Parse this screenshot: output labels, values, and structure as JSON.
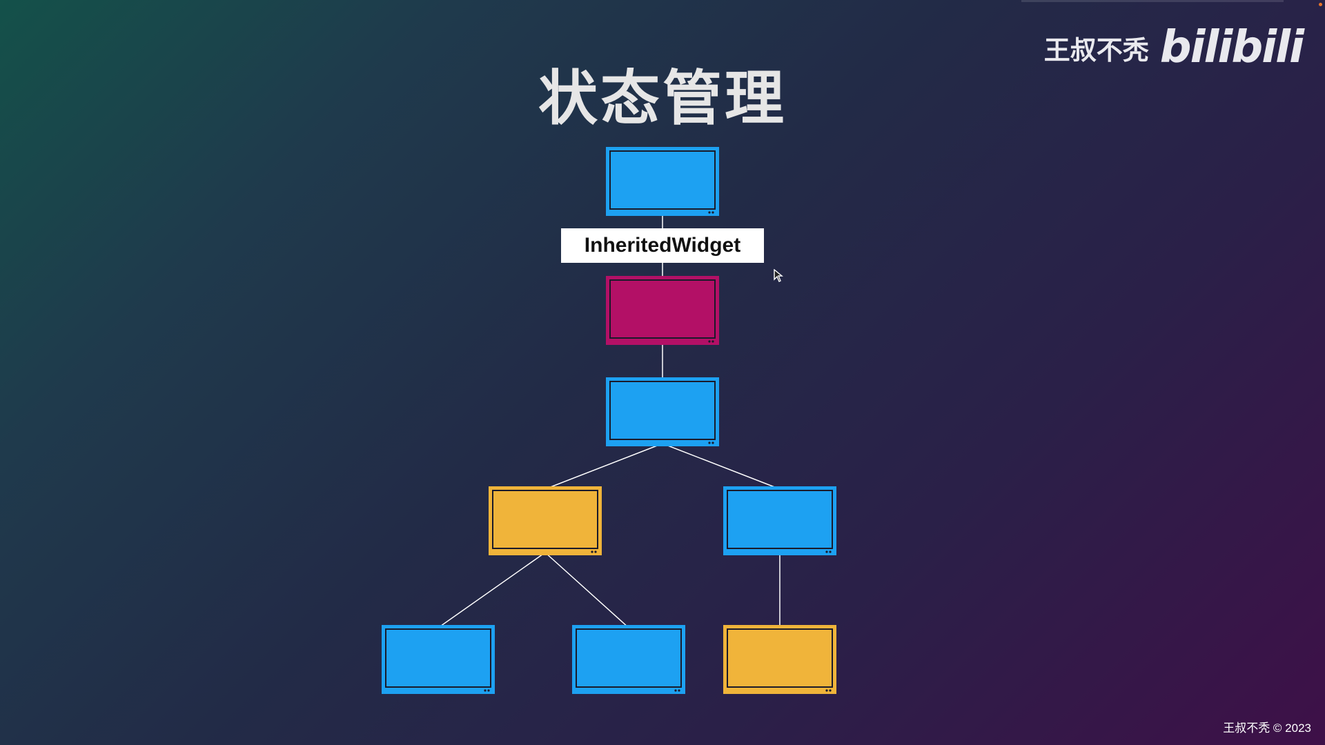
{
  "title": "状态管理",
  "watermark": {
    "author": "王叔不秃",
    "brand": "bilibili"
  },
  "copyright": "王叔不秃 © 2023",
  "diagram": {
    "inherited_label": "InheritedWidget",
    "colors": {
      "widget": "#1da1f2",
      "inherited": "#b31066",
      "stateful": "#f0b43a",
      "edge": "#ffffff"
    },
    "nodes": [
      {
        "id": "root",
        "kind": "widget"
      },
      {
        "id": "inherited",
        "kind": "inherited"
      },
      {
        "id": "mid",
        "kind": "widget"
      },
      {
        "id": "left",
        "kind": "stateful"
      },
      {
        "id": "right",
        "kind": "widget"
      },
      {
        "id": "left-left",
        "kind": "widget"
      },
      {
        "id": "left-right",
        "kind": "widget"
      },
      {
        "id": "right-child",
        "kind": "stateful"
      }
    ],
    "edges": [
      [
        "root",
        "inherited"
      ],
      [
        "inherited",
        "mid"
      ],
      [
        "mid",
        "left"
      ],
      [
        "mid",
        "right"
      ],
      [
        "left",
        "left-left"
      ],
      [
        "left",
        "left-right"
      ],
      [
        "right",
        "right-child"
      ]
    ]
  }
}
